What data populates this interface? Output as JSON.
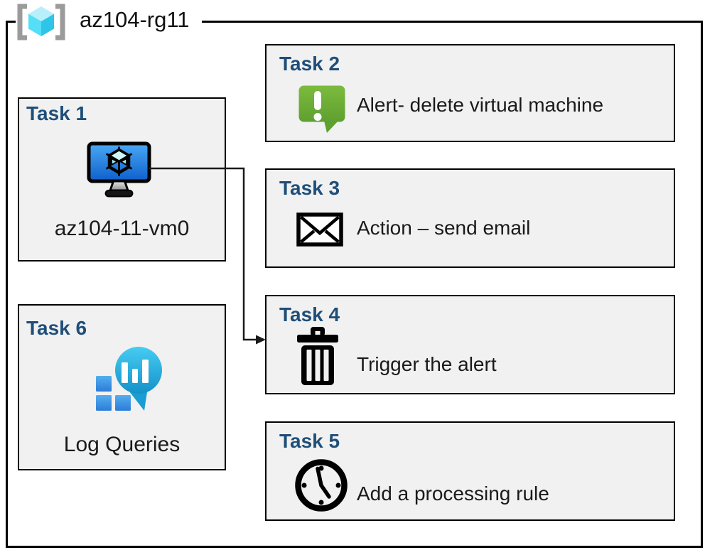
{
  "resource_group": {
    "name": "az104-rg11",
    "icon": "resource-group-icon"
  },
  "tasks": [
    {
      "title": "Task 1",
      "label": "az104-11-vm0",
      "icon": "virtual-machine-icon"
    },
    {
      "title": "Task 2",
      "label": "Alert- delete virtual machine",
      "icon": "alert-icon"
    },
    {
      "title": "Task 3",
      "label": "Action – send email",
      "icon": "email-icon"
    },
    {
      "title": "Task 4",
      "label": "Trigger the alert",
      "icon": "trash-icon"
    },
    {
      "title": "Task 5",
      "label": "Add a processing rule",
      "icon": "clock-icon"
    },
    {
      "title": "Task 6",
      "label": "Log Queries",
      "icon": "log-queries-icon"
    }
  ],
  "connector": {
    "from": "Task 1 virtual machine",
    "to": "Task 4"
  },
  "colors": {
    "task_title": "#1F4E79",
    "box_fill": "#F1F1F1",
    "box_border": "#000000",
    "alert_green_top": "#7CBB3E",
    "alert_green_bottom": "#5FA030",
    "vm_screen_top": "#4AA9F4",
    "vm_screen_bottom": "#0E5FCB",
    "log_teal_top": "#46CCF2",
    "log_teal_bottom": "#1591C8",
    "log_blue_top": "#54AEF0",
    "log_blue_bottom": "#2C7CD8",
    "rg_cube_top": "#B9EFFB",
    "rg_cube_left": "#54DFF6",
    "rg_cube_right": "#2EC5E8",
    "rg_bracket_gray": "#9B9B9B"
  }
}
